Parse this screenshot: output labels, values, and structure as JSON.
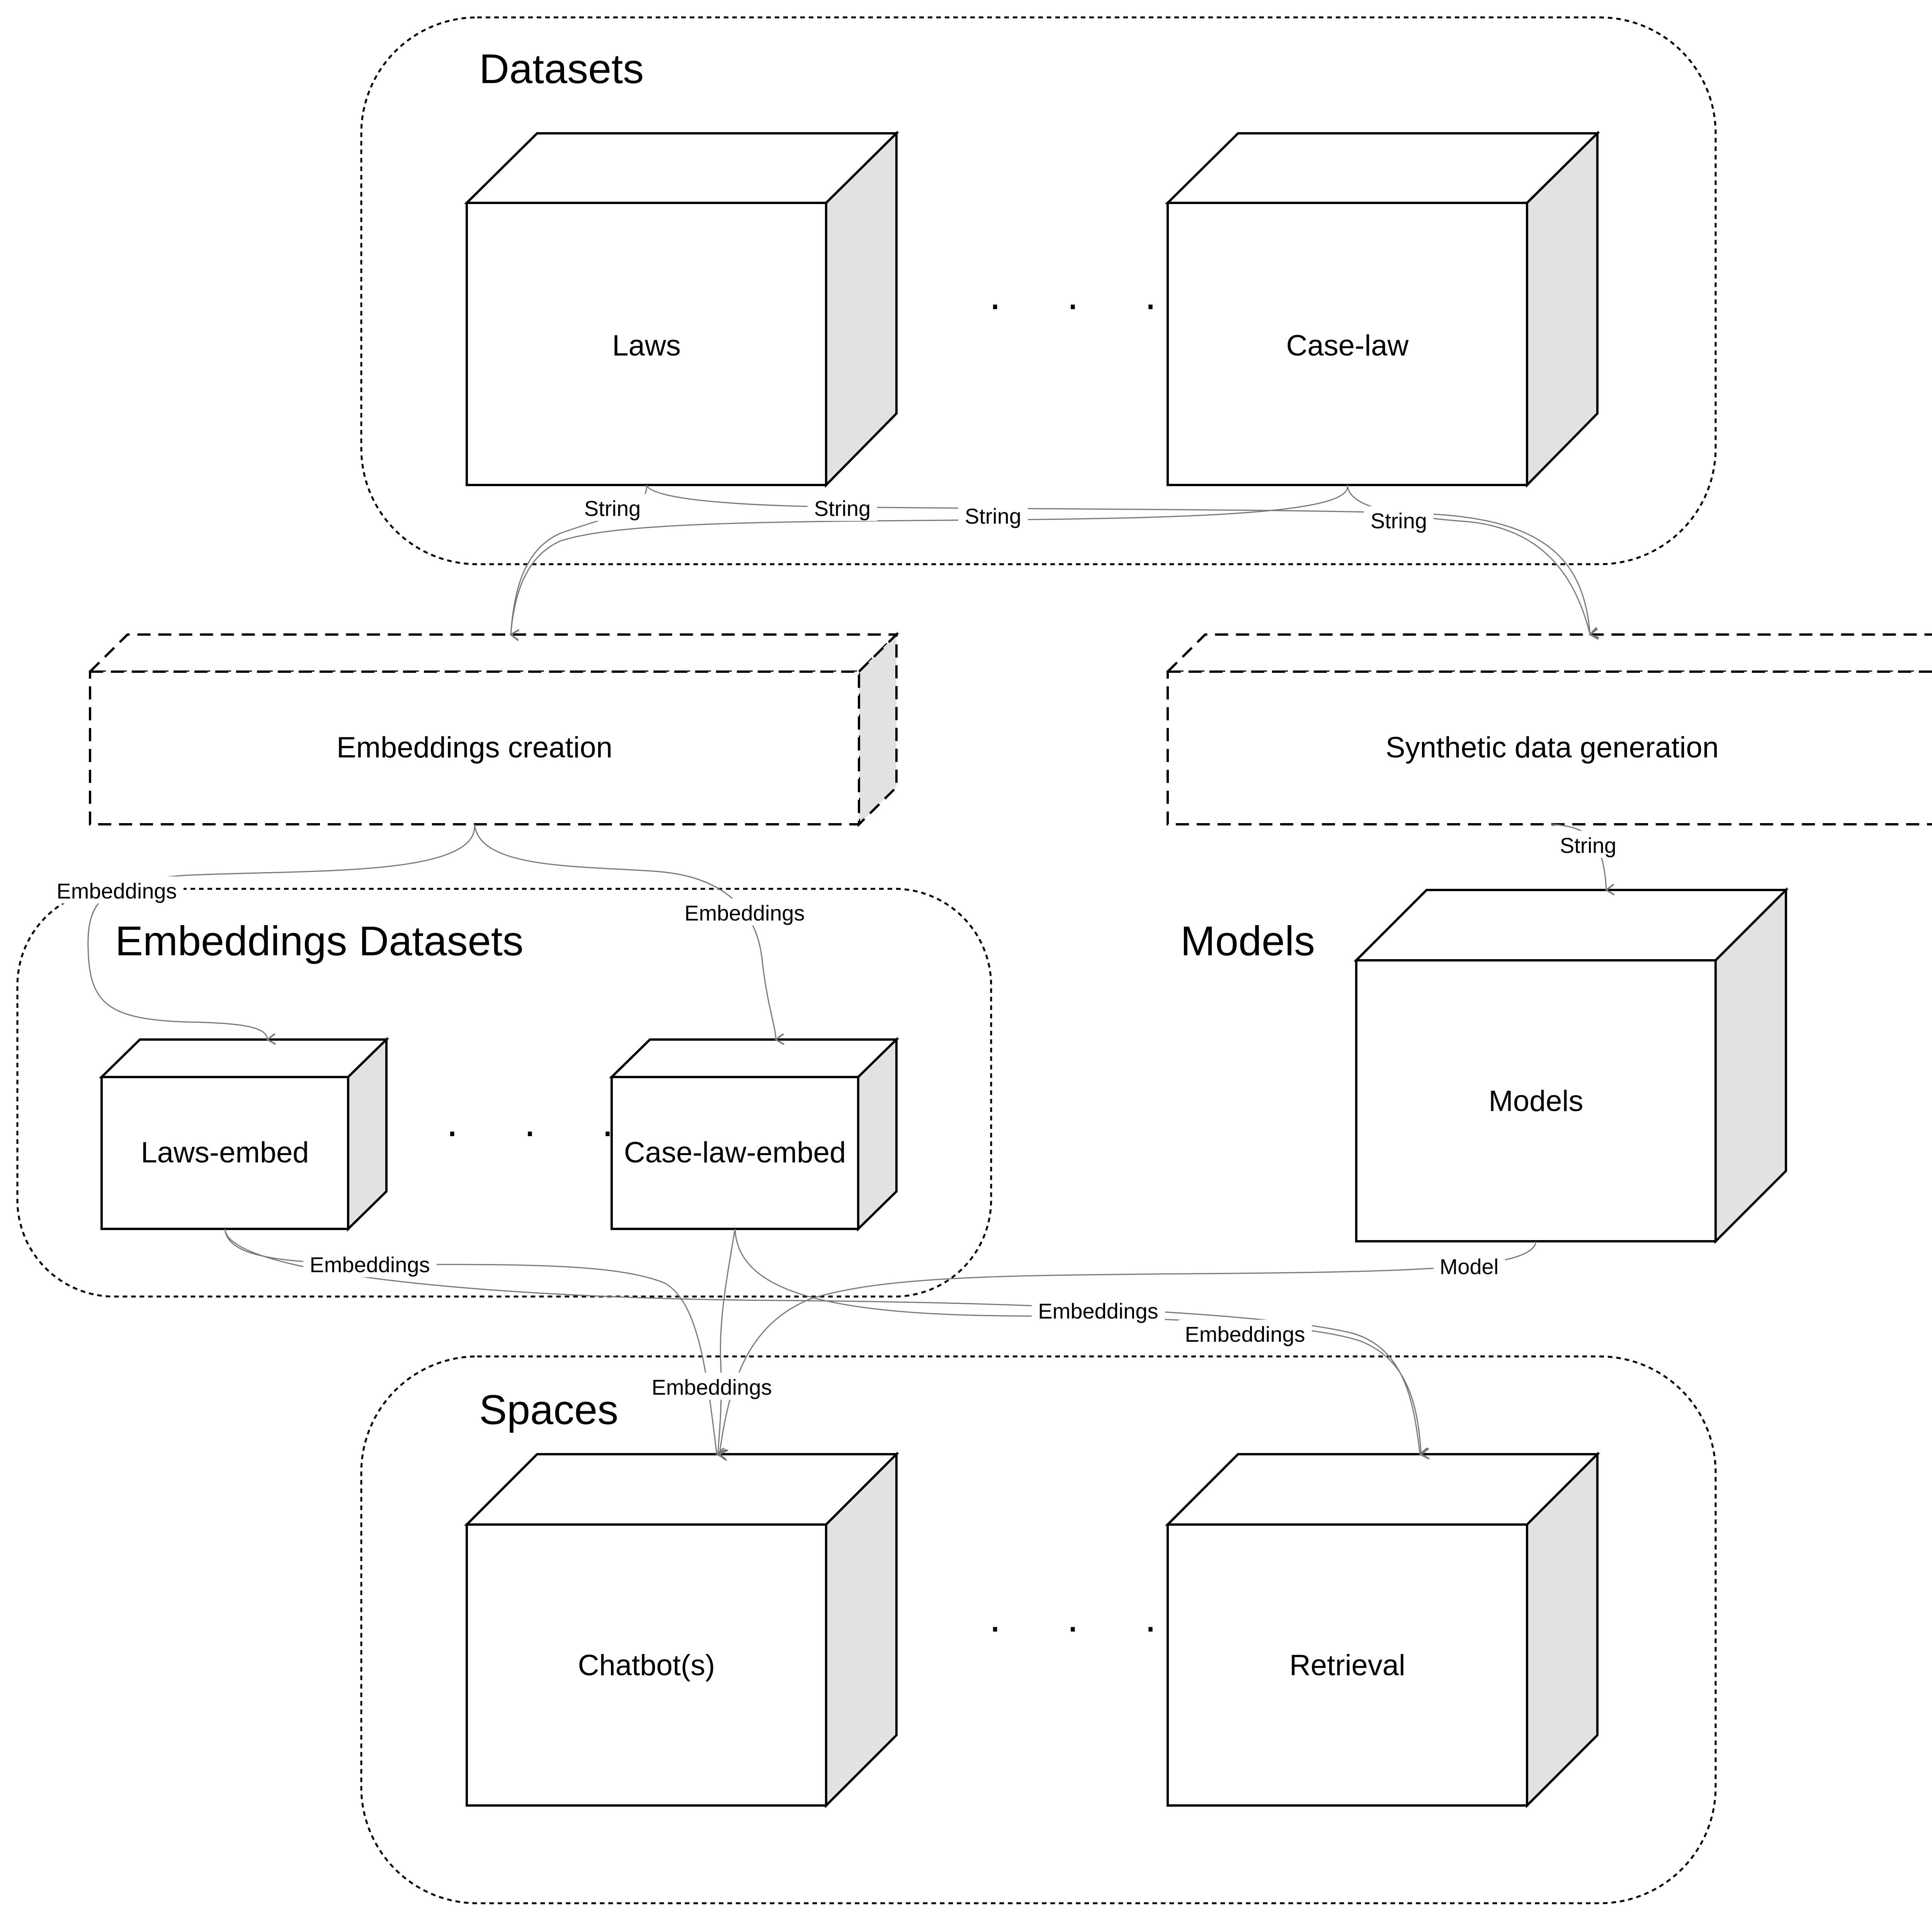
{
  "groups": {
    "datasets": "Datasets",
    "embeddings_datasets": "Embeddings Datasets",
    "models": "Models",
    "spaces": "Spaces"
  },
  "nodes": {
    "laws": "Laws",
    "case_law": "Case-law",
    "embeddings_creation": "Embeddings creation",
    "synthetic_data_generation": "Synthetic data generation",
    "laws_embed": "Laws-embed",
    "case_law_embed": "Case-law-embed",
    "models": "Models",
    "chatbots": "Chatbot(s)",
    "retrieval": "Retrieval"
  },
  "ellipsis": ". . .",
  "edges": {
    "laws_to_embeddings_creation": "String",
    "laws_to_synthetic": "String",
    "case_law_to_embeddings_creation": "String",
    "case_law_to_synthetic": "String",
    "synthetic_to_models": "String",
    "embeddings_creation_to_laws_embed": "Embeddings",
    "embeddings_creation_to_case_law_embed": "Embeddings",
    "laws_embed_to_chatbots": "Embeddings",
    "laws_embed_to_retrieval": "Embeddings",
    "case_law_embed_to_chatbots": "Embeddings",
    "case_law_embed_to_retrieval": "Embeddings",
    "models_to_chatbots": "Model"
  },
  "colors": {
    "line": "#000000",
    "edge": "#777777",
    "cube_side": "#e2e2e2",
    "background": "#ffffff"
  }
}
